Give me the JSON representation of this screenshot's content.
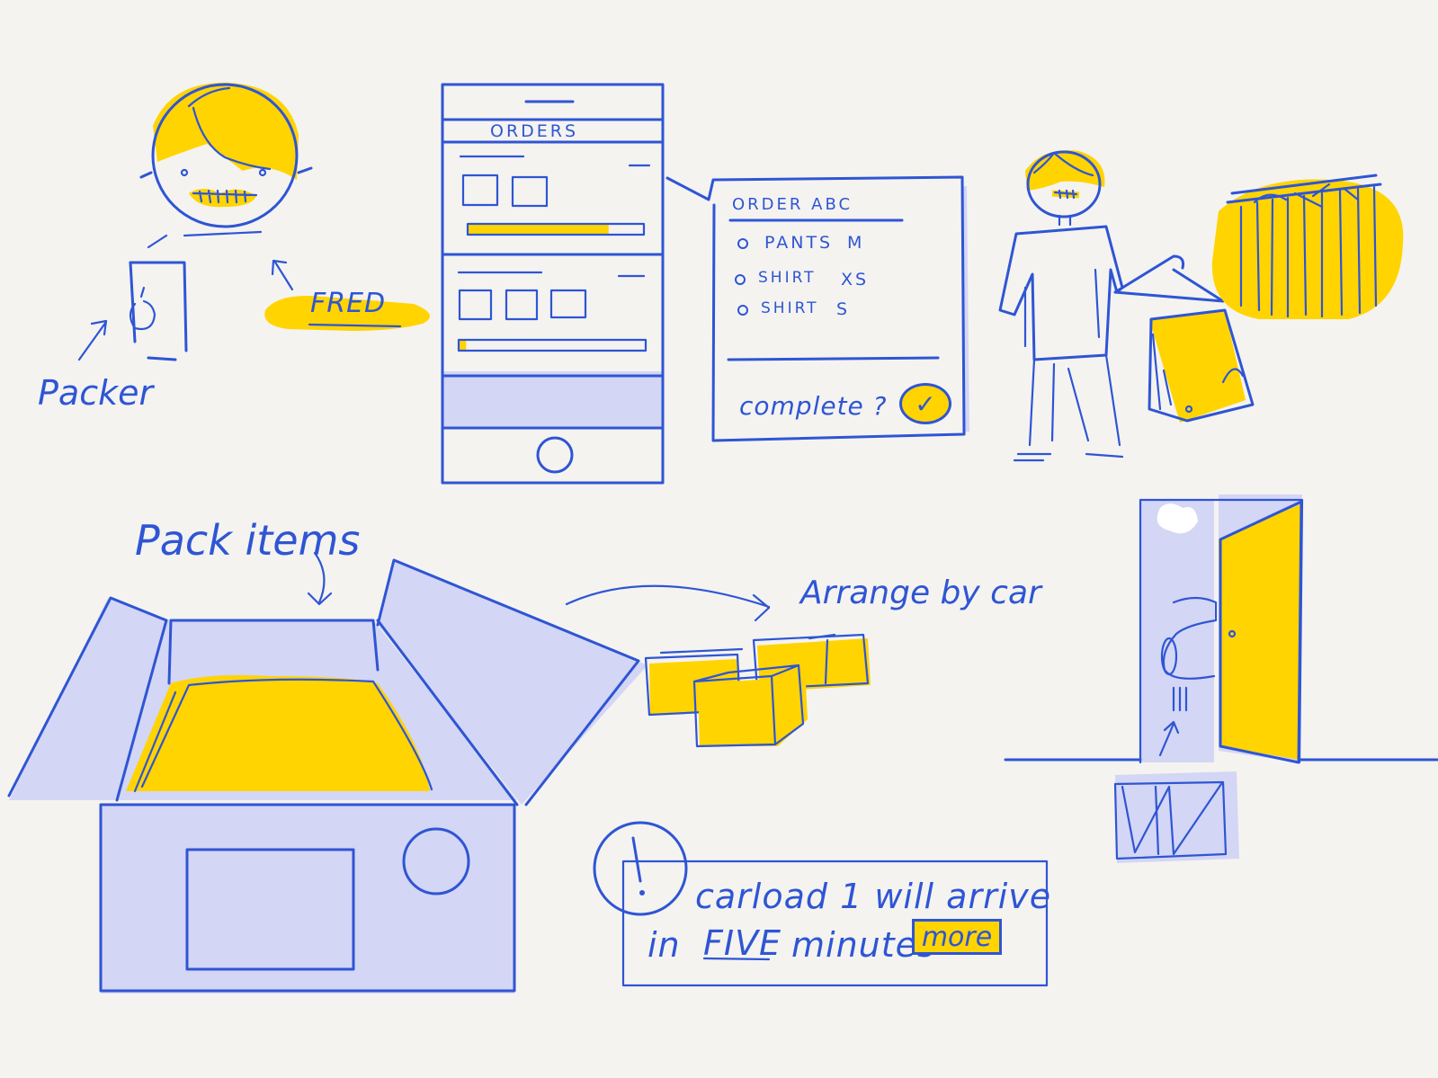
{
  "labels": {
    "packer": "Packer",
    "fred": "FRED",
    "pack_items": "Pack items",
    "arrange_by_car": "Arrange by car"
  },
  "phone": {
    "header": "ORDERS"
  },
  "order_popup": {
    "title": "ORDER ABC",
    "items": [
      {
        "label": "PANTS",
        "size": "M"
      },
      {
        "label": "SHIRT",
        "size": "XS"
      },
      {
        "label": "SHIRT",
        "size": "S"
      }
    ],
    "complete_prompt": "complete ?",
    "check_glyph": "✓"
  },
  "alert": {
    "icon_glyph": "!",
    "line1": "carload 1 will arrive",
    "line2_prefix": "in",
    "line2_emphasis": "FIVE",
    "line2_suffix": "minutes",
    "more_label": "more"
  },
  "orders_progress": [
    0.8,
    0.04
  ],
  "colors": {
    "ink": "#2f55d4",
    "highlight": "#ffd400",
    "fill_light": "#d3d6f4",
    "background": "#f4f3f0"
  }
}
